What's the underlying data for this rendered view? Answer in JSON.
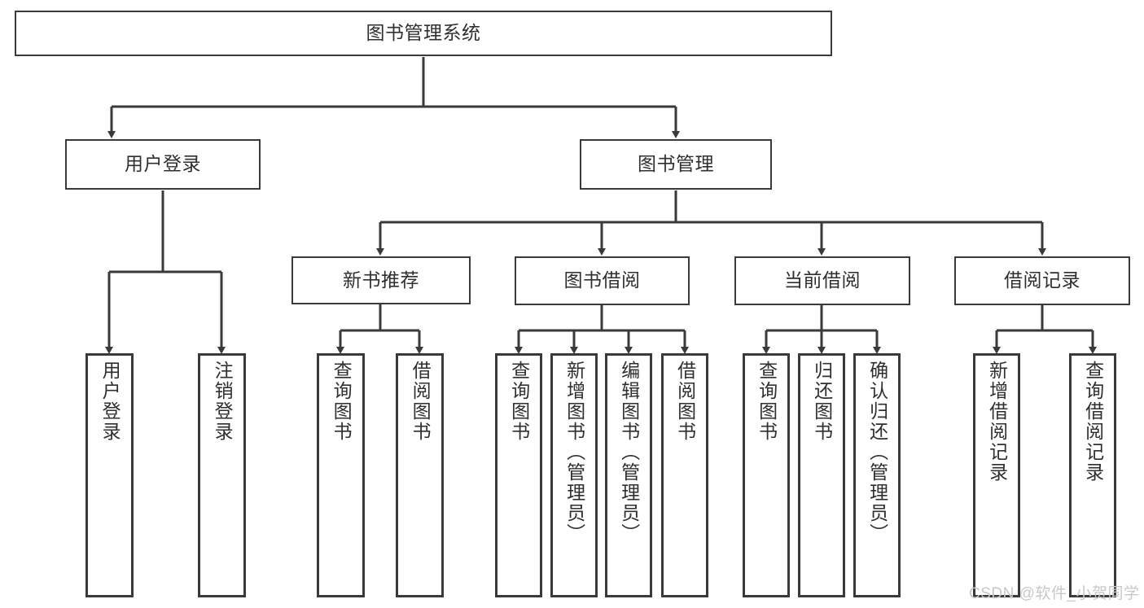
{
  "diagram": {
    "title_node": {
      "label": "图书管理系统"
    },
    "level2": [
      {
        "id": "user-login",
        "label": "用户登录"
      },
      {
        "id": "book-manage",
        "label": "图书管理"
      }
    ],
    "level3": [
      {
        "id": "new-book-recommend",
        "label": "新书推荐"
      },
      {
        "id": "book-borrow",
        "label": "图书借阅"
      },
      {
        "id": "current-borrow",
        "label": "当前借阅"
      },
      {
        "id": "borrow-record",
        "label": "借阅记录"
      }
    ],
    "leaves": {
      "user_login": [
        {
          "id": "leaf-user-login",
          "label": "用户登录"
        },
        {
          "id": "leaf-logout-login",
          "label": "注销登录"
        }
      ],
      "new_book_recommend": [
        {
          "id": "leaf-query-book-1",
          "label": "查询图书"
        },
        {
          "id": "leaf-borrow-book-1",
          "label": "借阅图书"
        }
      ],
      "book_borrow": [
        {
          "id": "leaf-query-book-2",
          "label": "查询图书"
        },
        {
          "id": "leaf-add-book",
          "label": "新增图书（管理员）"
        },
        {
          "id": "leaf-edit-book",
          "label": "编辑图书（管理员）"
        },
        {
          "id": "leaf-borrow-book-2",
          "label": "借阅图书"
        }
      ],
      "current_borrow": [
        {
          "id": "leaf-query-book-3",
          "label": "查询图书"
        },
        {
          "id": "leaf-return-book",
          "label": "归还图书"
        },
        {
          "id": "leaf-confirm-return",
          "label": "确认归还（管理员）"
        }
      ],
      "borrow_record": [
        {
          "id": "leaf-add-record",
          "label": "新增借阅记录"
        },
        {
          "id": "leaf-query-record",
          "label": "查询借阅记录"
        }
      ]
    },
    "colors": {
      "box_border": "#3a3a3a",
      "connector": "#3a3a3a",
      "text": "#2f2f2f",
      "background": "#ffffff",
      "watermark": "#c8c8c8"
    }
  },
  "watermark": {
    "text": "CSDN @软件_小贺同学"
  }
}
